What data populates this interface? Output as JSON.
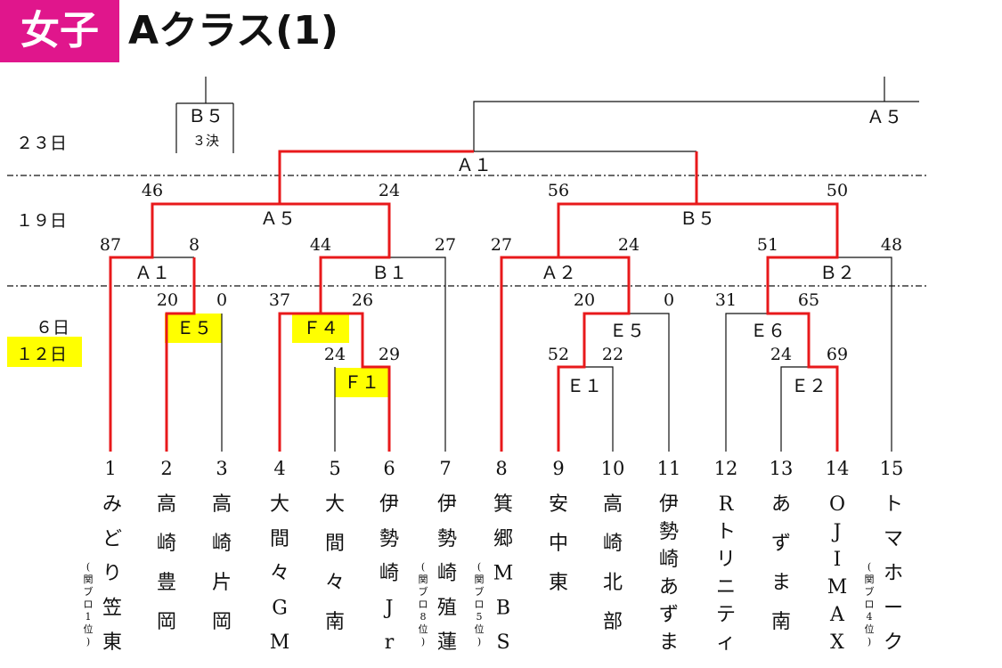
{
  "header": {
    "badge": "女子",
    "title": "Aクラス(1)"
  },
  "rounds": [
    {
      "id": "day23",
      "label": "２３日"
    },
    {
      "id": "day19",
      "label": "１９日"
    },
    {
      "id": "day6",
      "label": "６日"
    },
    {
      "id": "day12",
      "label": "１２日"
    }
  ],
  "placement_labels": {
    "b5": "Ｂ５",
    "b5_note": "３決",
    "a5_right": "Ａ５"
  },
  "match_labels": {
    "final": "Ａ１",
    "sf_left": "Ａ５",
    "sf_right": "Ｂ５",
    "qf1": "Ａ１",
    "qf2": "Ｂ１",
    "qf3": "Ａ２",
    "qf4": "Ｂ２",
    "r2_left1": "Ｅ５",
    "r2_left2": "Ｆ４",
    "r2_right1": "Ｅ５",
    "r2_right2": "Ｅ６",
    "r1_left": "Ｆ１",
    "r1_right1": "Ｅ１",
    "r1_right2": "Ｅ２"
  },
  "scores": {
    "sf_left_a": "46",
    "sf_left_b": "24",
    "sf_right_a": "56",
    "sf_right_b": "50",
    "qf1_a": "87",
    "qf1_b": "8",
    "qf2_a": "44",
    "qf2_b": "27",
    "qf3_a": "27",
    "qf3_b": "24",
    "qf4_a": "51",
    "qf4_b": "48",
    "r2_l1_a": "20",
    "r2_l1_b": "0",
    "r2_l2_a": "37",
    "r2_l2_b": "26",
    "r2_r1_a": "20",
    "r2_r1_b": "0",
    "r2_r2_a": "31",
    "r2_r2_b": "65",
    "r1_l_a": "24",
    "r1_l_b": "29",
    "r1_r1_a": "52",
    "r1_r1_b": "22",
    "r1_r2_a": "24",
    "r1_r2_b": "69"
  },
  "teams": [
    {
      "num": "1",
      "chars": [
        "み",
        "ど",
        "り",
        "笠",
        "東"
      ],
      "note": "(関ブロ1位)"
    },
    {
      "num": "2",
      "chars": [
        "高",
        "崎",
        "豊",
        "岡"
      ],
      "note": ""
    },
    {
      "num": "3",
      "chars": [
        "高",
        "崎",
        "片",
        "岡"
      ],
      "note": ""
    },
    {
      "num": "4",
      "chars": [
        "大",
        "間",
        "々",
        "G",
        "M"
      ],
      "note": ""
    },
    {
      "num": "5",
      "chars": [
        "大",
        "間",
        "々",
        "南"
      ],
      "note": ""
    },
    {
      "num": "6",
      "chars": [
        "伊",
        "勢",
        "崎",
        "J",
        "r"
      ],
      "note": ""
    },
    {
      "num": "7",
      "chars": [
        "伊",
        "勢",
        "崎",
        "殖",
        "蓮"
      ],
      "note": "(関ブロ8位)"
    },
    {
      "num": "8",
      "chars": [
        "箕",
        "郷",
        "M",
        "B",
        "S"
      ],
      "note": "(関ブロ5位)"
    },
    {
      "num": "9",
      "chars": [
        "安",
        "中",
        "東"
      ],
      "note": ""
    },
    {
      "num": "10",
      "chars": [
        "高",
        "崎",
        "北",
        "部"
      ],
      "note": ""
    },
    {
      "num": "11",
      "chars": [
        "伊",
        "勢",
        "崎",
        "あ",
        "ず",
        "ま"
      ],
      "note": ""
    },
    {
      "num": "12",
      "chars": [
        "R",
        "ト",
        "リ",
        "ニ",
        "テ",
        "ィ"
      ],
      "note": ""
    },
    {
      "num": "13",
      "chars": [
        "あ",
        "ず",
        "ま",
        "南"
      ],
      "note": ""
    },
    {
      "num": "14",
      "chars": [
        "O",
        "J",
        "I",
        "M",
        "A",
        "X"
      ],
      "note": ""
    },
    {
      "num": "15",
      "chars": [
        "ト",
        "マ",
        "ホ",
        "ー",
        "ク"
      ],
      "note": "(関ブロ4位)"
    }
  ],
  "colors": {
    "accent": "#e0168c",
    "winner_line": "#e8191b",
    "highlight": "#ffff00",
    "line": "#111111"
  }
}
